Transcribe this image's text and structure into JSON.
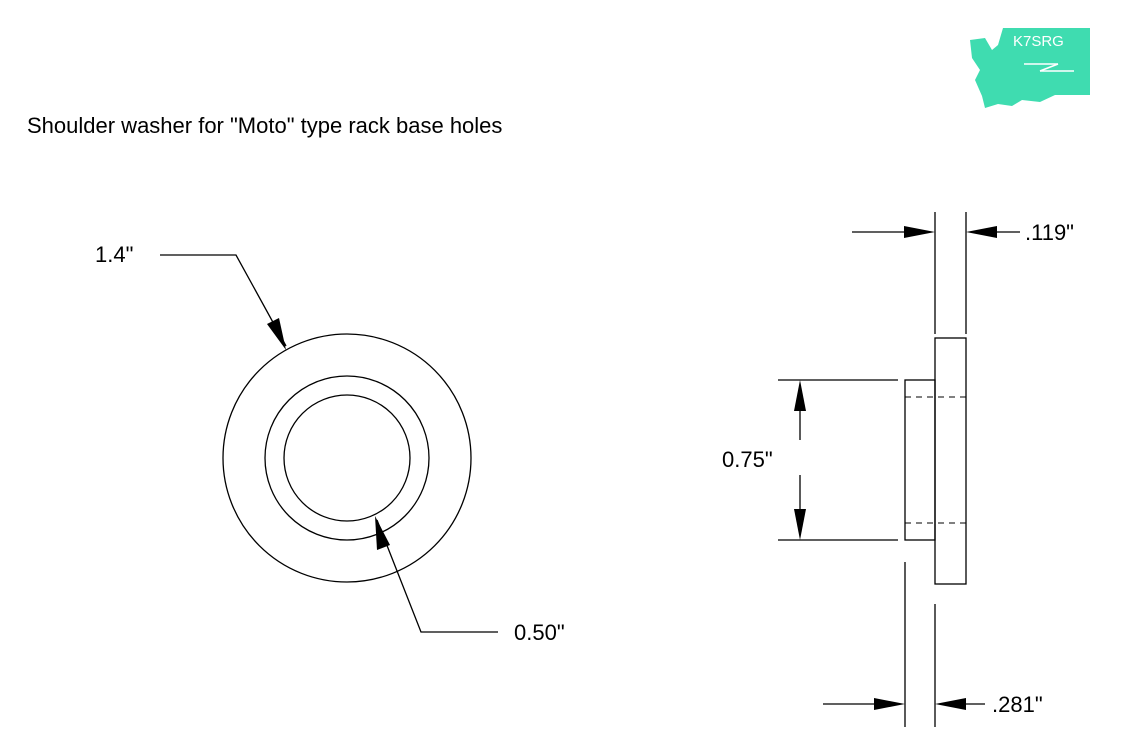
{
  "title": "Shoulder washer for \"Moto\" type rack base holes",
  "logo": {
    "callsign": "K7SRG",
    "color": "#3fdcb0",
    "icon": "washington-state-icon"
  },
  "front_view": {
    "outer_diameter_label": "1.4\"",
    "inner_diameter_label": "0.50\""
  },
  "side_view": {
    "flange_thickness_label": ".119\"",
    "shoulder_diameter_label": "0.75\"",
    "shoulder_length_label": ".281\""
  },
  "colors": {
    "line": "#000000",
    "background": "#ffffff"
  }
}
